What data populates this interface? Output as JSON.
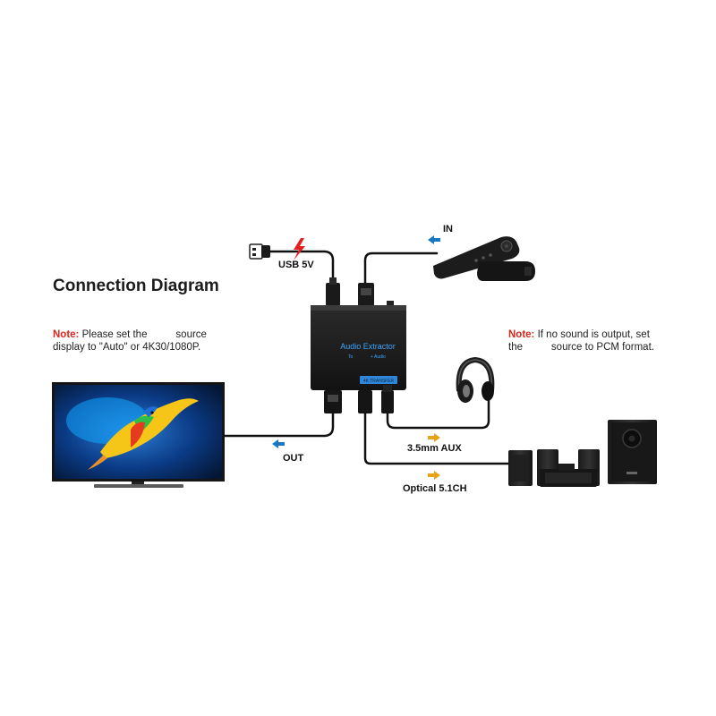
{
  "title": "Connection Diagram",
  "note_left": {
    "lead": "Note:",
    "line1": "Please set the          source",
    "line2": "display to \"Auto\" or 4K30/1080P."
  },
  "note_right": {
    "lead": "Note:",
    "line1": "If no sound is output, set",
    "line2": "the          source to PCM format."
  },
  "labels": {
    "usb": "USB 5V",
    "in": "IN",
    "out": "OUT",
    "aux": "3.5mm AUX",
    "optical": "Optical 5.1CH"
  },
  "device": {
    "name": "Audio Extractor",
    "sub_left": "To",
    "sub_right": "+ Audio",
    "badge": "4K TRANSFER"
  },
  "colors": {
    "input_arrow": "#1a78c2",
    "output_arrow": "#e8a317",
    "power_icon": "#e0211f",
    "note_lead": "#d8261c",
    "device_text": "#3aa6ff"
  }
}
